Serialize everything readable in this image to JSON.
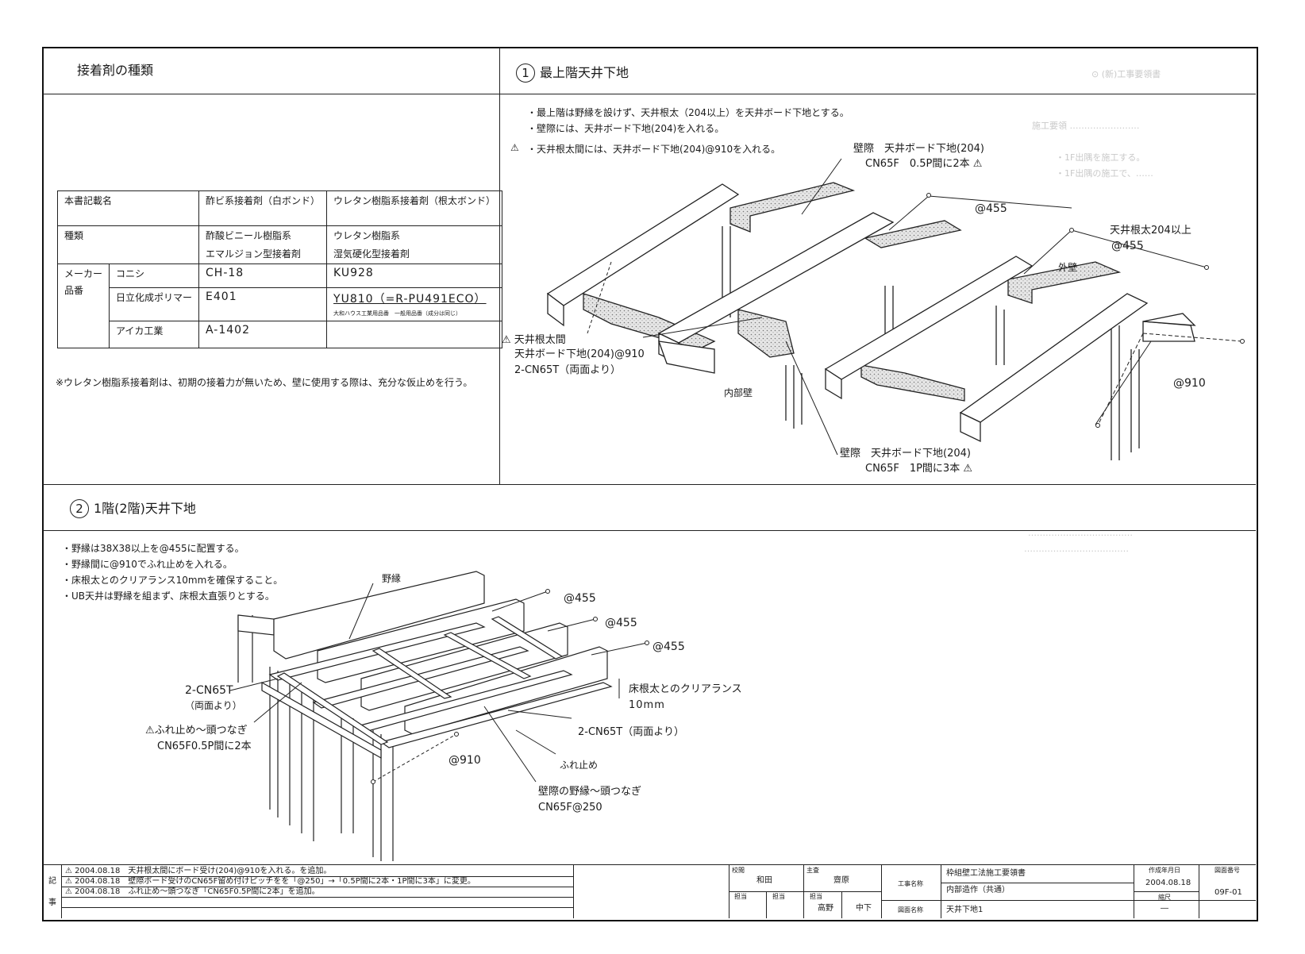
{
  "left_top": {
    "heading": "接着剤の種類",
    "table": {
      "header": [
        "本書記載名",
        "酢ビ系接着剤（白ボンド）",
        "ウレタン樹脂系接着剤（根太ボンド）"
      ],
      "type_label": "種類",
      "type_values": [
        "酢酸ビニール樹脂系",
        "エマルジョン型接着剤",
        "ウレタン樹脂系",
        "湿気硬化型接着剤"
      ],
      "maker_label": [
        "メーカー",
        "品番"
      ],
      "rows": [
        {
          "maker": "コニシ",
          "a": "CH-18",
          "b": "KU928",
          "note": ""
        },
        {
          "maker": "日立化成ポリマー",
          "a": "E401",
          "b": "YU810（=R-PU491ECO）",
          "note": "大和ハウス工業用品番　一般用品番（成分は同じ）"
        },
        {
          "maker": "アイカ工業",
          "a": "A-1402",
          "b": "",
          "note": ""
        }
      ]
    },
    "note": "※ウレタン樹脂系接着剤は、初期の接着力が無いため、壁に使用する際は、充分な仮止めを行う。"
  },
  "right_top": {
    "number": "1",
    "heading": "最上階天井下地",
    "bullets": [
      "・最上階は野縁を設けず、天井根太（204以上）を天井ボード下地とする。",
      "・壁際には、天井ボード下地(204)を入れる。",
      "・天井根太間には、天井ボード下地(204)@910を入れる。"
    ],
    "warn": "⚠",
    "labels": {
      "top1": "壁際　天井ボード下地(204)",
      "top2": "CN65F　0.5P間に2本 ⚠",
      "at455a": "@455",
      "joist1": "天井根太204以上",
      "joist2": "@455",
      "outer": "外壁",
      "betw1": "⚠ 天井根太間",
      "betw2": "天井ボード下地(204)@910",
      "betw3": "2-CN65T（両面より）",
      "inner": "内部壁",
      "at910": "@910",
      "bot1": "壁際　天井ボード下地(204)",
      "bot2": "CN65F　1P間に3本 ⚠"
    }
  },
  "bottom": {
    "number": "2",
    "heading": "1階(2階)天井下地",
    "bullets": [
      "・野縁は38X38以上を@455に配置する。",
      "・野縁間に@910でふれ止めを入れる。",
      "・床根太とのクリアランス10mmを確保すること。",
      "・UB天井は野縁を組まず、床根太直張りとする。"
    ],
    "labels": {
      "noen": "野縁",
      "a455_1": "@455",
      "a455_2": "@455",
      "a455_3": "@455",
      "clear1": "床根太とのクリアランス",
      "clear2": "10mm",
      "cn65t_a": "2-CN65T",
      "cn65t_b": "（両面より）",
      "fure1": "⚠ふれ止め～頭つなぎ",
      "fure2": "CN65F0.5P間に2本",
      "cn65t_c": "2-CN65T（両面より）",
      "at910": "@910",
      "furedome": "ふれ止め",
      "kabe1": "壁際の野縁～頭つなぎ",
      "kabe2": "CN65F@250"
    }
  },
  "titleblock": {
    "side": [
      "記",
      "事"
    ],
    "revisions": [
      "⚠ 2004.08.18　天井根太間にボード受け(204)@910を入れる。を追加。",
      "⚠ 2004.08.18　壁際ボード受けのCN65F留め付けピッチをを「@250」→「0.5P間に2本・1P間に3本」に変更。",
      "⚠ 2004.08.18　ふれ止め～頭つなぎ「CN65F0.5P間に2本」を追加。"
    ],
    "kouetsu": "校閲",
    "kouetsu_name": "和田",
    "shusa": "主査",
    "shusa_name": "齋原",
    "tantou1": "担当",
    "tantou2": "担当",
    "tantou3": "担当",
    "tantou3_name": "高野",
    "tantou4_name": "中下",
    "project_label": "工事名称",
    "project_value": "枠組壁工法施工要領書",
    "sub_value": "内部造作（共通）",
    "drawing_label": "図面名称",
    "drawing_value": "天井下地1",
    "date_label": "作成年月日",
    "date_value": "2004.08.18",
    "scale_label": "縮尺",
    "scale_value": "―",
    "num_label": "図面番号",
    "num_value": "09F-01"
  }
}
